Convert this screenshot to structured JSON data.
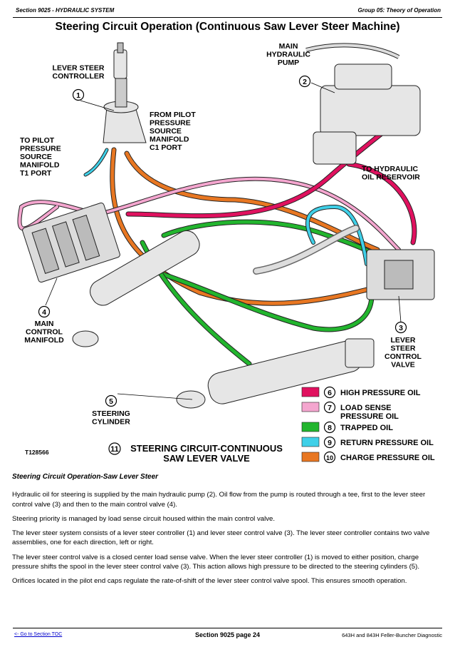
{
  "header": {
    "section": "Section 9025 - HYDRAULIC SYSTEM",
    "group": "Group 05: Theory of Operation"
  },
  "title": "Steering Circuit Operation (Continuous Saw Lever Steer Machine)",
  "diagram": {
    "figure_id": "T128566",
    "components": [
      {
        "num": "1",
        "label": [
          "LEVER STEER",
          "CONTROLLER"
        ]
      },
      {
        "num": "2",
        "label": [
          "MAIN",
          "HYDRAULIC",
          "PUMP"
        ]
      },
      {
        "num": "3",
        "label": [
          "LEVER",
          "STEER",
          "CONTROL",
          "VALVE"
        ]
      },
      {
        "num": "4",
        "label": [
          "MAIN",
          "CONTROL",
          "MANIFOLD"
        ]
      },
      {
        "num": "5",
        "label": [
          "STEERING",
          "CYLINDER"
        ]
      }
    ],
    "callouts": {
      "to_pilot": [
        "TO PILOT",
        "PRESSURE",
        "SOURCE",
        "MANIFOLD",
        "T1 PORT"
      ],
      "from_pilot": [
        "FROM PILOT",
        "PRESSURE",
        "SOURCE",
        "MANIFOLD",
        "C1 PORT"
      ],
      "to_reservoir": [
        "TO HYDRAULIC",
        "OIL RESERVOIR"
      ]
    },
    "caption": {
      "num": "11",
      "lines": [
        "STEERING CIRCUIT-CONTINUOUS",
        "SAW LEVER VALVE"
      ]
    },
    "legend": [
      {
        "num": "6",
        "label": [
          "HIGH PRESSURE OIL"
        ],
        "color": "#e0115f"
      },
      {
        "num": "7",
        "label": [
          "LOAD SENSE",
          "PRESSURE OIL"
        ],
        "color": "#f4a6cf"
      },
      {
        "num": "8",
        "label": [
          "TRAPPED OIL"
        ],
        "color": "#22b52e"
      },
      {
        "num": "9",
        "label": [
          "RETURN PRESSURE OIL"
        ],
        "color": "#3fd0e8"
      },
      {
        "num": "10",
        "label": [
          "CHARGE PRESSURE OIL"
        ],
        "color": "#e87722"
      }
    ]
  },
  "text": {
    "heading": "Steering Circuit Operation-Saw Lever Steer",
    "paragraphs": [
      "Hydraulic oil for steering is supplied by the main hydraulic pump (2). Oil flow from the pump is routed through a tee, first to the lever steer control valve (3) and then to the main control valve (4).",
      "Steering priority is managed by load sense circuit housed within the main control valve.",
      "The lever steer system consists of a lever steer controller (1) and lever steer control valve (3). The lever steer controller contains two valve assemblies, one for each direction, left or right.",
      "The lever steer control valve is a closed center load sense valve. When the lever steer controller (1) is moved to either position, charge pressure shifts the spool in the lever steer control valve (3). This action allows high pressure to be directed to the steering cylinders (5).",
      "Orifices located in the pilot end caps regulate the rate-of-shift of the lever steer control valve spool. This ensures smooth operation."
    ]
  },
  "footer": {
    "toc_link": "<- Go to Section TOC",
    "page": "Section 9025 page 24",
    "doc": "643H and 843H Feller-Buncher Diagnostic"
  }
}
